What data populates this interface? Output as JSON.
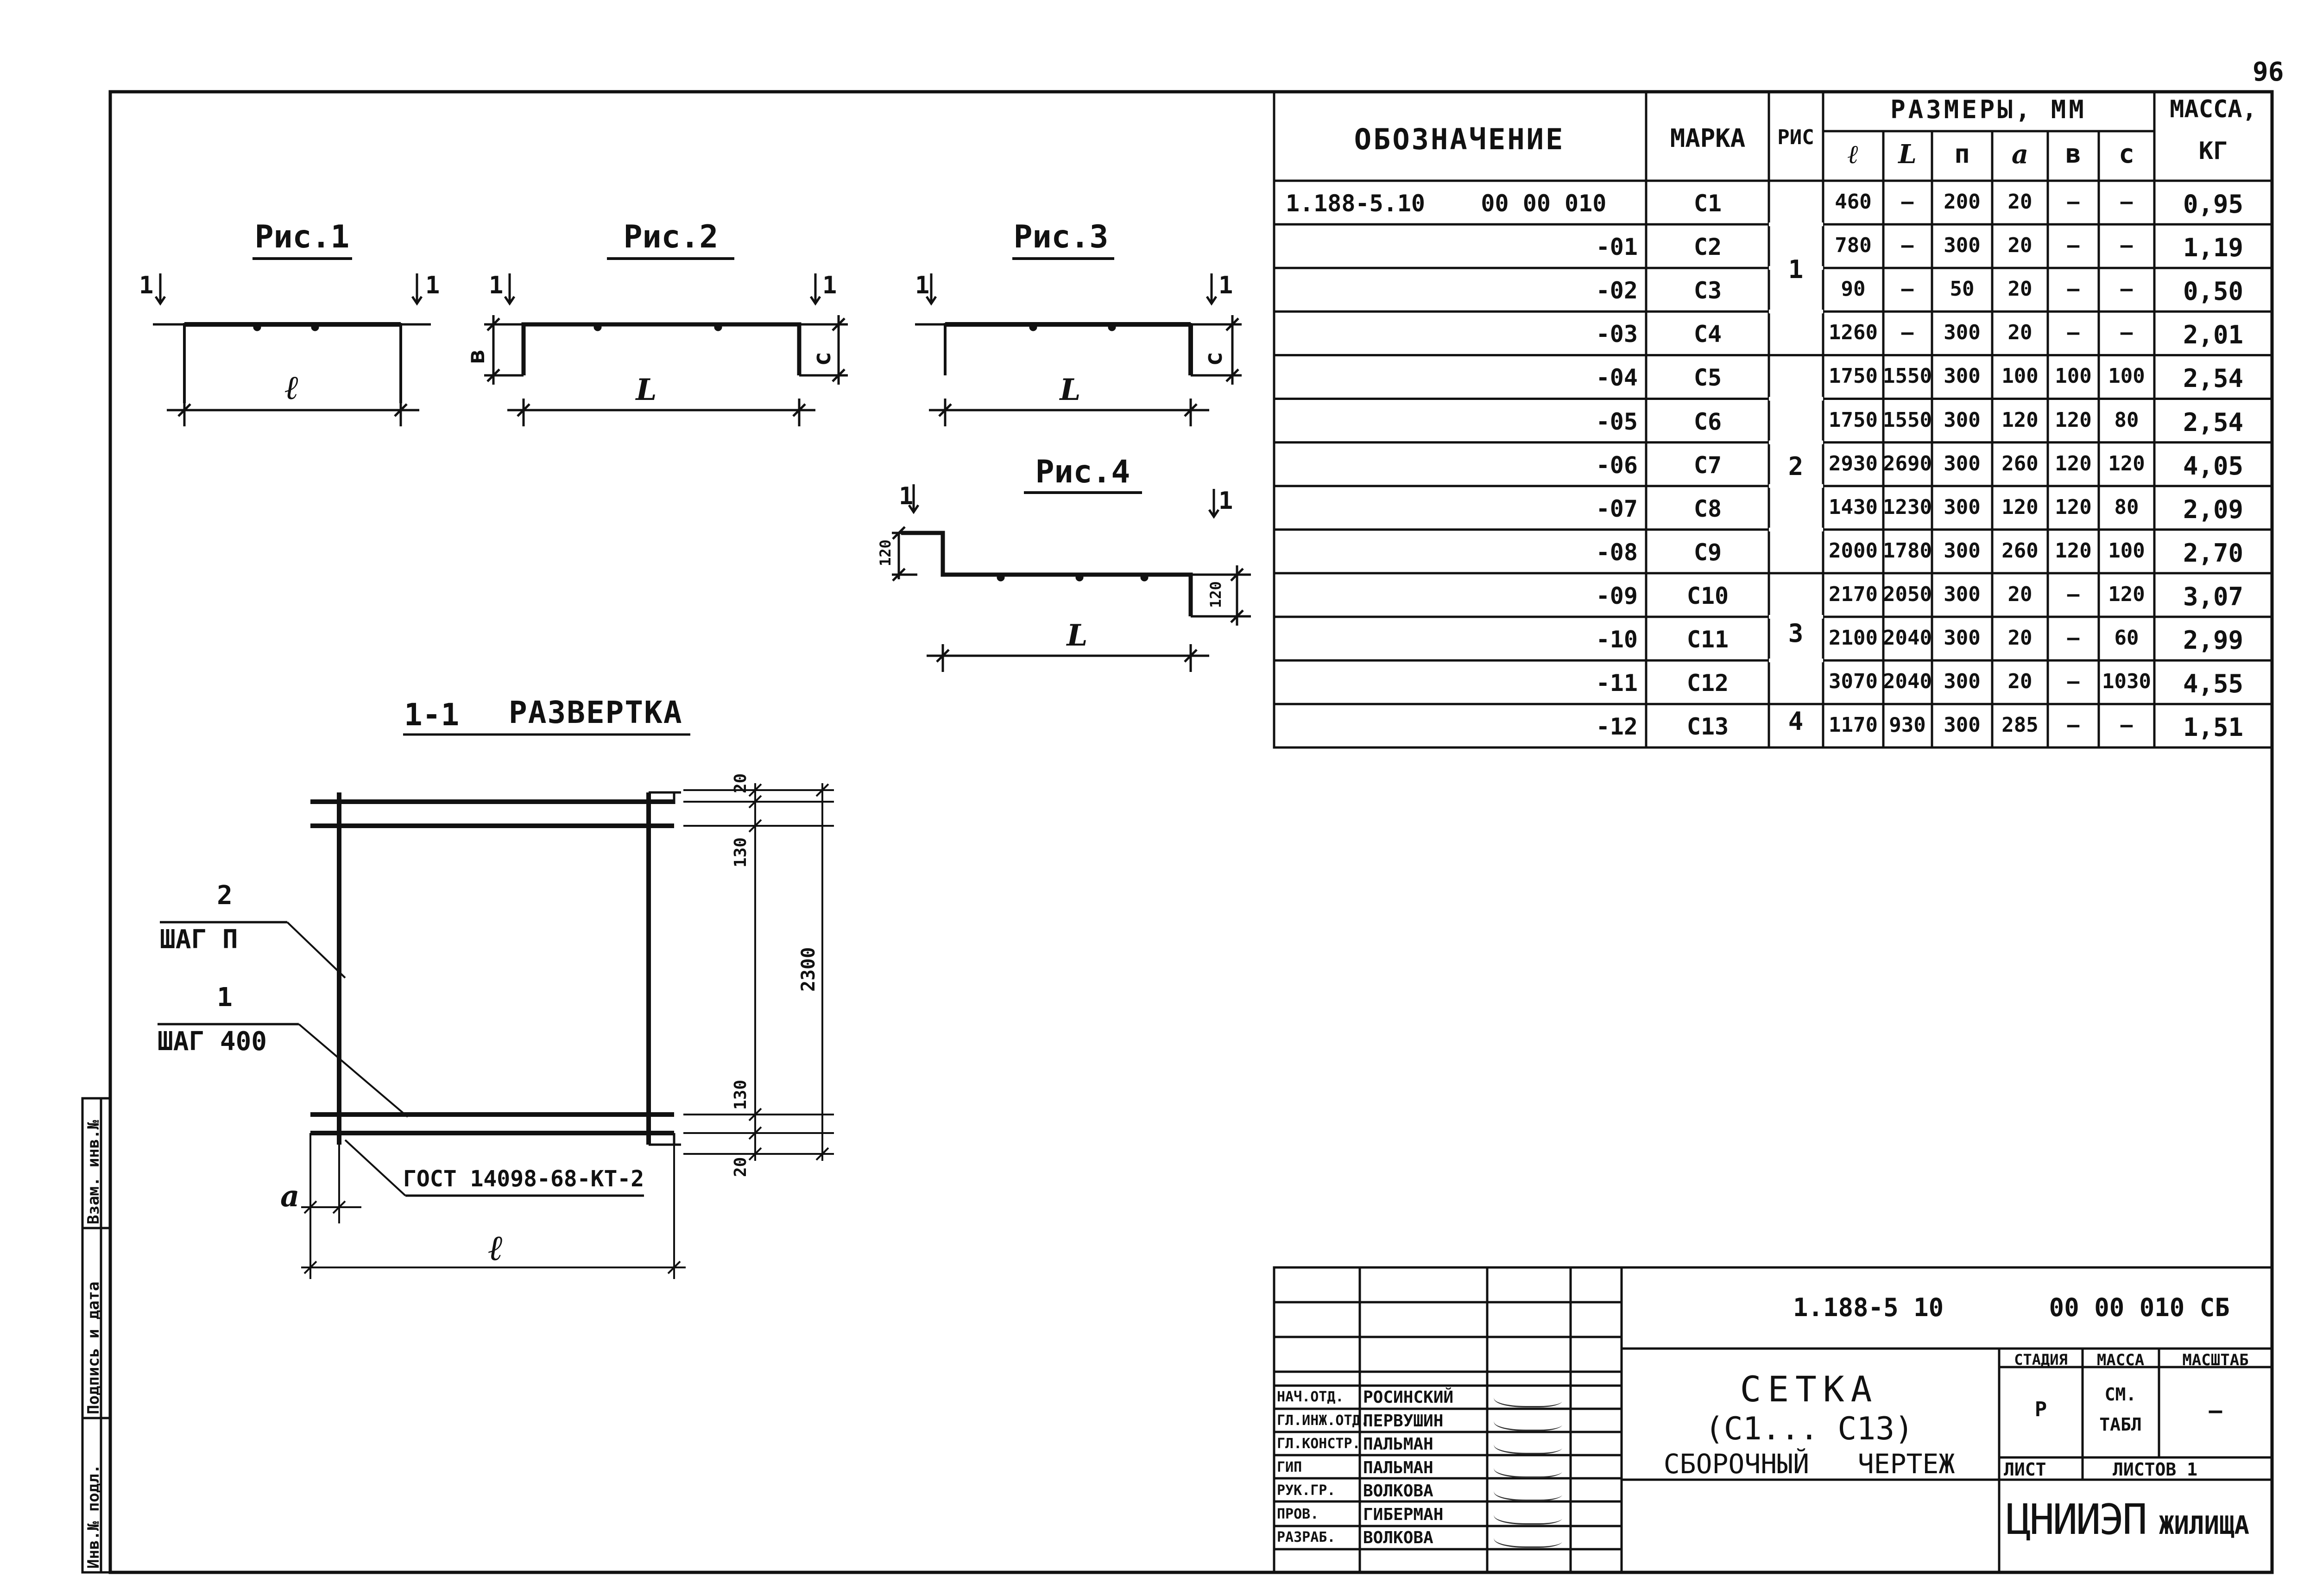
{
  "page_number": "96",
  "figures": {
    "fig1": {
      "title": "Рис.1",
      "cut_left": "1",
      "cut_right": "1",
      "dim_l": "ℓ"
    },
    "fig2": {
      "title": "Рис.2",
      "cut_left": "1",
      "cut_right": "1",
      "dim_b": "в",
      "dim_L": "L",
      "dim_c": "с"
    },
    "fig3": {
      "title": "Рис.3",
      "cut_left": "1",
      "cut_right": "1",
      "dim_L": "L",
      "dim_c": "с"
    },
    "fig4": {
      "title": "Рис.4",
      "cut_left": "1",
      "cut_right": "1",
      "dim_top": "120",
      "dim_right": "120",
      "dim_L": "L"
    }
  },
  "development": {
    "title_num": "1-1",
    "title": "Развертка",
    "pos2_num": "2",
    "pos2_text": "шаг п",
    "pos1_num": "1",
    "pos1_text": "шаг 400",
    "gost": "ГОСТ 14098-68-КТ-2",
    "dim_a": "а",
    "dim_l": "ℓ",
    "dim_20_top": "20",
    "dim_130_top": "130",
    "dim_2300": "2300",
    "dim_130_bottom": "130",
    "dim_20_bottom": "20"
  },
  "spec_table": {
    "headers": {
      "designation": "Обозначение",
      "mark": "Марка",
      "fig": "Рис",
      "dims": "Размеры, мм",
      "mass_1": "Масса,",
      "mass_2": "кг",
      "sub": [
        "ℓ",
        "L",
        "п",
        "а",
        "в",
        "с"
      ]
    },
    "rows": [
      {
        "des": "1.188-5.10    00 00 010",
        "mark": "С1",
        "l": "460",
        "L": "–",
        "n": "200",
        "a": "20",
        "b": "–",
        "c": "–",
        "mass": "0,95"
      },
      {
        "des": "-01",
        "mark": "С2",
        "l": "780",
        "L": "–",
        "n": "300",
        "a": "20",
        "b": "–",
        "c": "–",
        "mass": "1,19"
      },
      {
        "des": "-02",
        "mark": "С3",
        "l": "90",
        "L": "–",
        "n": "50",
        "a": "20",
        "b": "–",
        "c": "–",
        "mass": "0,50"
      },
      {
        "des": "-03",
        "mark": "С4",
        "l": "1260",
        "L": "–",
        "n": "300",
        "a": "20",
        "b": "–",
        "c": "–",
        "mass": "2,01"
      },
      {
        "des": "-04",
        "mark": "С5",
        "l": "1750",
        "L": "1550",
        "n": "300",
        "a": "100",
        "b": "100",
        "c": "100",
        "mass": "2,54"
      },
      {
        "des": "-05",
        "mark": "С6",
        "l": "1750",
        "L": "1550",
        "n": "300",
        "a": "120",
        "b": "120",
        "c": "80",
        "mass": "2,54"
      },
      {
        "des": "-06",
        "mark": "С7",
        "l": "2930",
        "L": "2690",
        "n": "300",
        "a": "260",
        "b": "120",
        "c": "120",
        "mass": "4,05"
      },
      {
        "des": "-07",
        "mark": "С8",
        "l": "1430",
        "L": "1230",
        "n": "300",
        "a": "120",
        "b": "120",
        "c": "80",
        "mass": "2,09"
      },
      {
        "des": "-08",
        "mark": "С9",
        "l": "2000",
        "L": "1780",
        "n": "300",
        "a": "260",
        "b": "120",
        "c": "100",
        "mass": "2,70"
      },
      {
        "des": "-09",
        "mark": "С10",
        "l": "2170",
        "L": "2050",
        "n": "300",
        "a": "20",
        "b": "–",
        "c": "120",
        "mass": "3,07"
      },
      {
        "des": "-10",
        "mark": "С11",
        "l": "2100",
        "L": "2040",
        "n": "300",
        "a": "20",
        "b": "–",
        "c": "60",
        "mass": "2,99"
      },
      {
        "des": "-11",
        "mark": "С12",
        "l": "3070",
        "L": "2040",
        "n": "300",
        "a": "20",
        "b": "–",
        "c": "1030",
        "mass": "4,55"
      },
      {
        "des": "-12",
        "mark": "С13",
        "l": "1170",
        "L": "930",
        "n": "300",
        "a": "285",
        "b": "–",
        "c": "–",
        "mass": "1,51"
      }
    ],
    "fig_groups": [
      "1",
      "2",
      "3",
      "4"
    ]
  },
  "title_block": {
    "code": "1.188-5 10       00 00 010 СБ",
    "name_1": "Сетка",
    "name_2": "(С1... С13)",
    "name_3": "Сборочный   чертеж",
    "stage_label": "Стадия",
    "stage": "Р",
    "mass_label": "Масса",
    "mass_1": "см.",
    "mass_2": "табл",
    "scale_label": "Масштаб",
    "scale": "—",
    "sheet_label": "Лист",
    "sheets_label": "Листов 1",
    "org_1": "ЦНИИЭП",
    "org_2": "жилища",
    "roles": [
      {
        "role": "Нач.отд.",
        "name": "Росинский"
      },
      {
        "role": "Гл.инж.отд.",
        "name": "Первушин"
      },
      {
        "role": "Гл.констр.",
        "name": "Пальман"
      },
      {
        "role": "ГИП",
        "name": "Пальман"
      },
      {
        "role": "Рук.гр.",
        "name": "Волкова"
      },
      {
        "role": "Пров.",
        "name": "Гиберман"
      },
      {
        "role": "Разраб.",
        "name": "Волкова"
      }
    ]
  },
  "side_stamp": {
    "col1": "Инв.№ подл.",
    "col2": "Подпись и дата",
    "col3": "Взам. инв.№"
  }
}
